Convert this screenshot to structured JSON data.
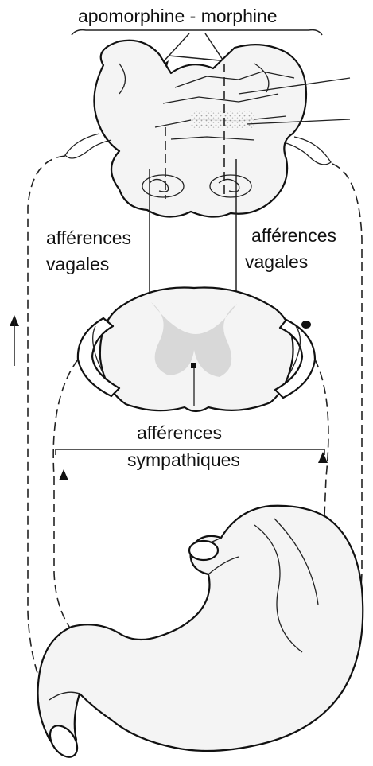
{
  "labels": {
    "top": "apomorphine - morphine",
    "left_vagal_1": "afférences",
    "left_vagal_2": "vagales",
    "right_vagal_1": "afférences",
    "right_vagal_2": "vagales",
    "sympathetic_1": "afférences",
    "sympathetic_2": "sympathiques"
  }
}
